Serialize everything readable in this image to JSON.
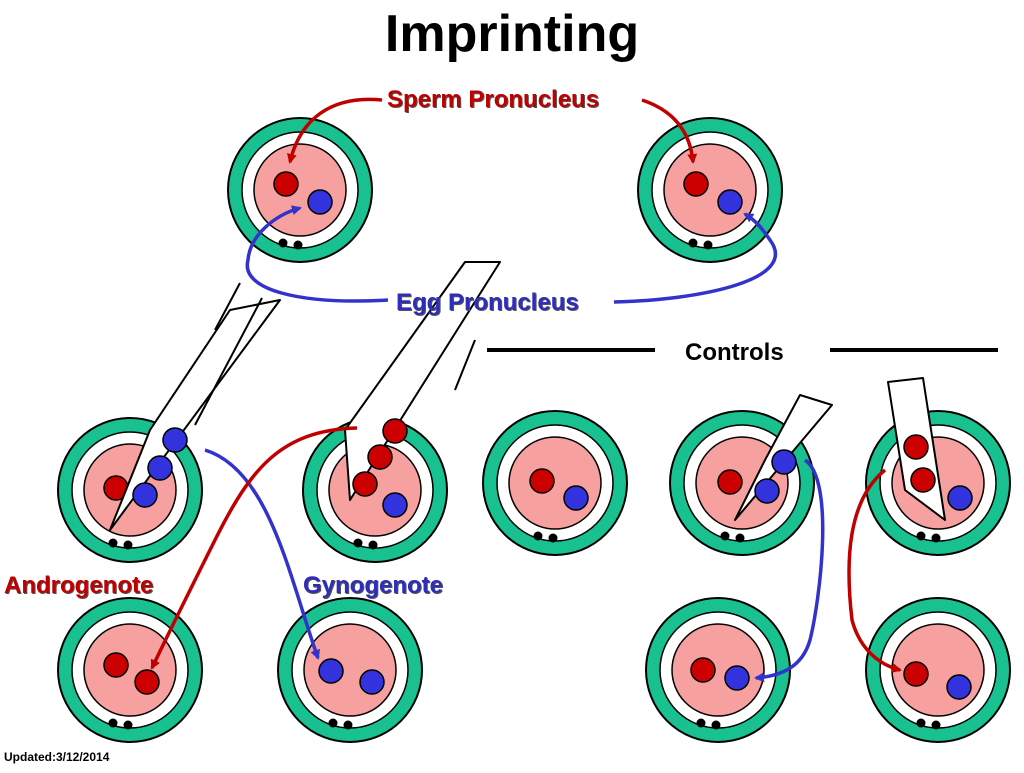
{
  "title": "Imprinting",
  "labels": {
    "sperm": "Sperm Pronucleus",
    "egg": "Egg Pronucleus",
    "controls": "Controls",
    "androgenote": "Androgenote",
    "gynogenote": "Gynogenote"
  },
  "footer": "Updated:3/12/2014",
  "colors": {
    "zona": "#19c090",
    "cytoplasm": "#f7a0a0",
    "sperm_pronucleus": "#cc0000",
    "egg_pronucleus": "#3333dd",
    "egg_arrow": "#3333cc",
    "sperm_arrow": "#c00000"
  }
}
